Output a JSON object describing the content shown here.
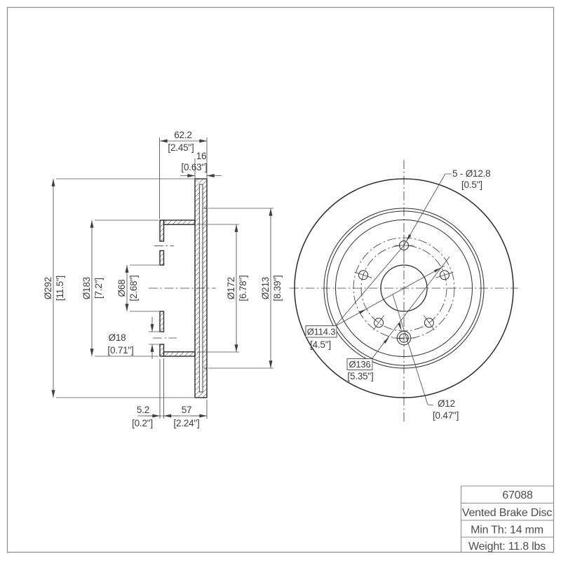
{
  "title_block": {
    "part_number": "67088",
    "description": "Vented Brake Disc",
    "min_thickness": "Min Th: 14 mm",
    "weight": "Weight: 11.8 lbs"
  },
  "dims": {
    "overall_width": {
      "mm": "62.2",
      "in": "[2.45\"]"
    },
    "disc_thickness": {
      "mm": "16",
      "in": "[0.63\"]"
    },
    "outer_diameter": {
      "mm": "Ø292",
      "in": "[11.5\"]"
    },
    "flange_diameter": {
      "mm": "Ø183",
      "in": "[7.2\"]"
    },
    "center_bore": {
      "mm": "Ø68",
      "in": "[2.68\"]"
    },
    "flange_hole": {
      "mm": "Ø18",
      "in": "[0.71\"]"
    },
    "vent_inner_diameter": {
      "mm": "Ø172",
      "in": "[6.78\"]"
    },
    "outboard_inner_diameter": {
      "mm": "Ø213",
      "in": "[8.39\"]"
    },
    "flange_thickness": {
      "mm": "5.2",
      "in": "[0.2\"]"
    },
    "hat_depth": {
      "mm": "57",
      "in": "[2.24\"]"
    },
    "bolt_holes": {
      "mm": "5 - Ø12.8",
      "in": "[0.5\"]"
    },
    "bolt_circle": {
      "mm": "Ø114.3",
      "in": "[4.5\"]"
    },
    "screw_hole_circle": {
      "mm": "Ø136",
      "in": "[5.35\"]"
    },
    "screw_hole": {
      "mm": "Ø12",
      "in": "[0.47\"]"
    }
  }
}
